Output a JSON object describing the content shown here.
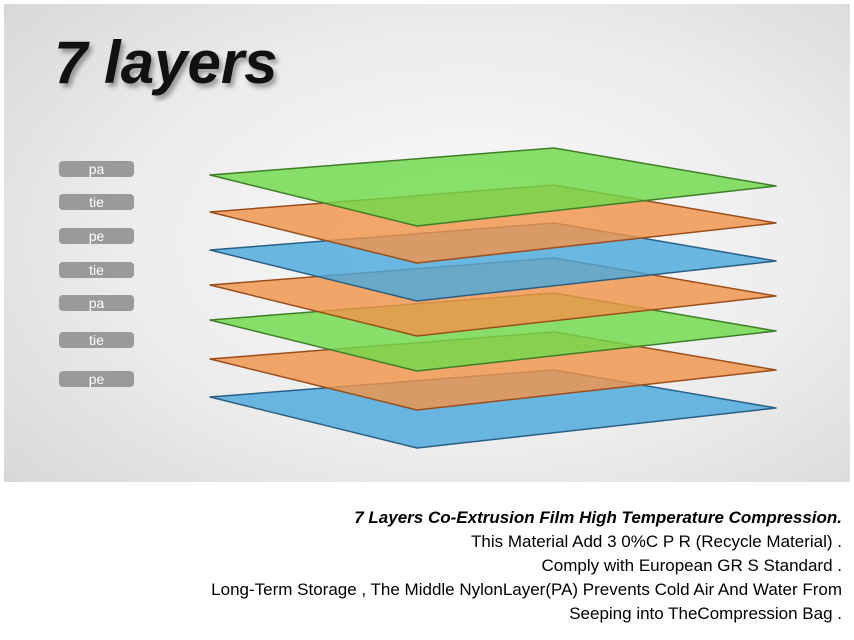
{
  "title": "7 layers",
  "layers": [
    {
      "label": "pa",
      "color": "#6fd94a",
      "edge": "#3f7d28"
    },
    {
      "label": "tie",
      "color": "#f0944a",
      "edge": "#9a4e1c"
    },
    {
      "label": "pe",
      "color": "#4aa8dc",
      "edge": "#2a5f84"
    },
    {
      "label": "tie",
      "color": "#f0944a",
      "edge": "#9a4e1c"
    },
    {
      "label": "pa",
      "color": "#6fd94a",
      "edge": "#3f7d28"
    },
    {
      "label": "tie",
      "color": "#f0944a",
      "edge": "#9a4e1c"
    },
    {
      "label": "pe",
      "color": "#4aa8dc",
      "edge": "#2a5f84"
    }
  ],
  "description": {
    "headline": "7 Layers Co-Extrusion Film High Temperature Compression.",
    "lines": [
      "This Material Add 3 0%C P R (Recycle Material) .",
      "Comply with European GR S Standard .",
      "Long-Term Storage , The Middle NylonLayer(PA) Prevents Cold Air And Water From",
      "Seeping into TheCompression Bag ."
    ]
  }
}
